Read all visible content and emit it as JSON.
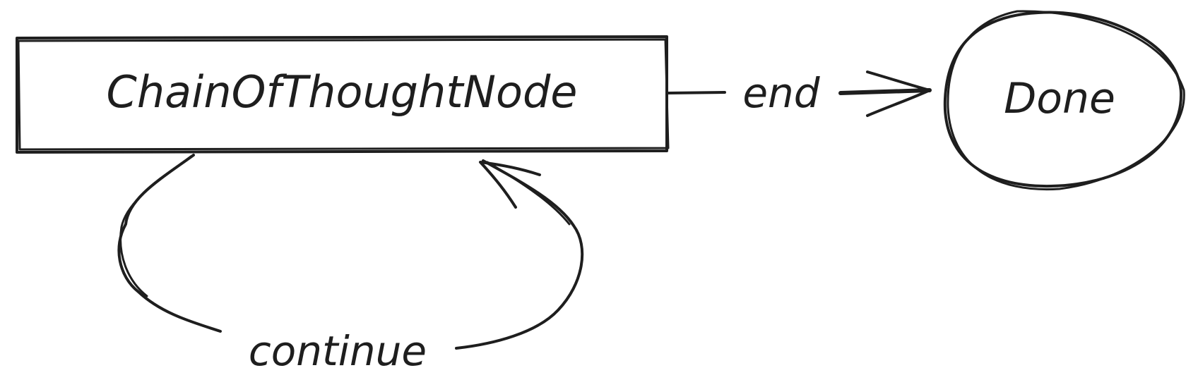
{
  "nodes": {
    "main": {
      "label": "ChainOfThoughtNode",
      "shape": "rectangle"
    },
    "done": {
      "label": "Done",
      "shape": "ellipse"
    }
  },
  "edges": {
    "end": {
      "label": "end",
      "from": "ChainOfThoughtNode",
      "to": "Done"
    },
    "continue": {
      "label": "continue",
      "from": "ChainOfThoughtNode",
      "to": "ChainOfThoughtNode"
    }
  },
  "colors": {
    "ink": "#1e1e1e",
    "background": "#ffffff"
  }
}
